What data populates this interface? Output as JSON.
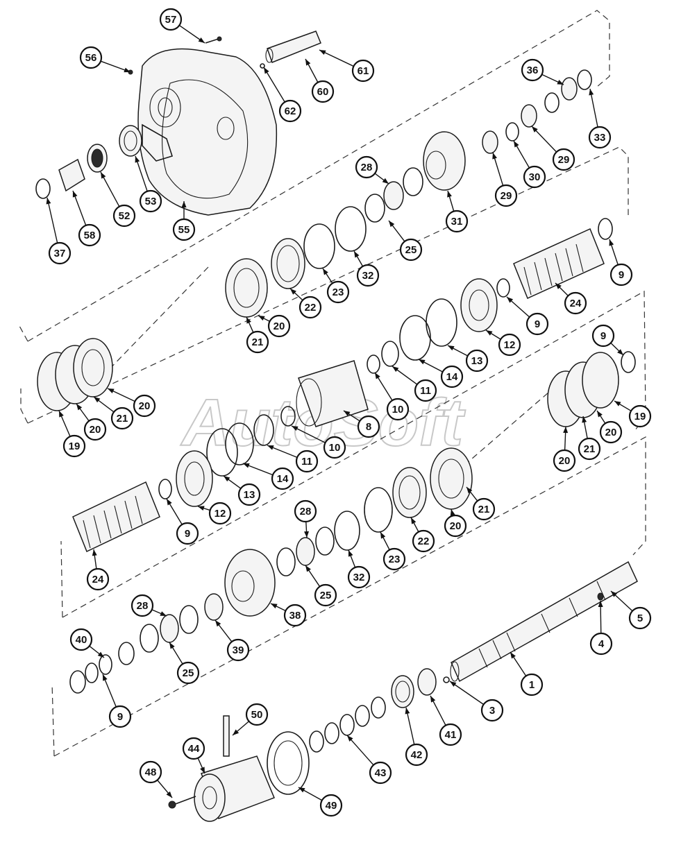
{
  "watermark": "AutoSoft",
  "callouts": [
    {
      "id": "c57",
      "label": "57"
    },
    {
      "id": "c56",
      "label": "56"
    },
    {
      "id": "c61",
      "label": "61"
    },
    {
      "id": "c60",
      "label": "60"
    },
    {
      "id": "c62",
      "label": "62"
    },
    {
      "id": "c36",
      "label": "36"
    },
    {
      "id": "c33",
      "label": "33"
    },
    {
      "id": "c29a",
      "label": "29"
    },
    {
      "id": "c29b",
      "label": "29"
    },
    {
      "id": "c30",
      "label": "30"
    },
    {
      "id": "c31",
      "label": "31"
    },
    {
      "id": "c28a",
      "label": "28"
    },
    {
      "id": "c25a",
      "label": "25"
    },
    {
      "id": "c37",
      "label": "37"
    },
    {
      "id": "c58",
      "label": "58"
    },
    {
      "id": "c52",
      "label": "52"
    },
    {
      "id": "c53",
      "label": "53"
    },
    {
      "id": "c55",
      "label": "55"
    },
    {
      "id": "c32a",
      "label": "32"
    },
    {
      "id": "c23a",
      "label": "23"
    },
    {
      "id": "c22a",
      "label": "22"
    },
    {
      "id": "c20a",
      "label": "20"
    },
    {
      "id": "c21a",
      "label": "21"
    },
    {
      "id": "c9a",
      "label": "9"
    },
    {
      "id": "c24a",
      "label": "24"
    },
    {
      "id": "c9b",
      "label": "9"
    },
    {
      "id": "c12a",
      "label": "12"
    },
    {
      "id": "c13a",
      "label": "13"
    },
    {
      "id": "c14a",
      "label": "14"
    },
    {
      "id": "c11a",
      "label": "11"
    },
    {
      "id": "c10a",
      "label": "10"
    },
    {
      "id": "c9c",
      "label": "9"
    },
    {
      "id": "c19a",
      "label": "19"
    },
    {
      "id": "c20b",
      "label": "20"
    },
    {
      "id": "c21b",
      "label": "21"
    },
    {
      "id": "c20c",
      "label": "20"
    },
    {
      "id": "c8",
      "label": "8"
    },
    {
      "id": "c10b",
      "label": "10"
    },
    {
      "id": "c11b",
      "label": "11"
    },
    {
      "id": "c14b",
      "label": "14"
    },
    {
      "id": "c13b",
      "label": "13"
    },
    {
      "id": "c12b",
      "label": "12"
    },
    {
      "id": "c9d",
      "label": "9"
    },
    {
      "id": "c24b",
      "label": "24"
    },
    {
      "id": "c19b",
      "label": "19"
    },
    {
      "id": "c20d",
      "label": "20"
    },
    {
      "id": "c21c",
      "label": "21"
    },
    {
      "id": "c20e",
      "label": "20"
    },
    {
      "id": "c21d",
      "label": "21"
    },
    {
      "id": "c20f",
      "label": "20"
    },
    {
      "id": "c22b",
      "label": "22"
    },
    {
      "id": "c23b",
      "label": "23"
    },
    {
      "id": "c32b",
      "label": "32"
    },
    {
      "id": "c28b",
      "label": "28"
    },
    {
      "id": "c25b",
      "label": "25"
    },
    {
      "id": "c38",
      "label": "38"
    },
    {
      "id": "c39",
      "label": "39"
    },
    {
      "id": "c28c",
      "label": "28"
    },
    {
      "id": "c25c",
      "label": "25"
    },
    {
      "id": "c40",
      "label": "40"
    },
    {
      "id": "c9e",
      "label": "9"
    },
    {
      "id": "c5",
      "label": "5"
    },
    {
      "id": "c4",
      "label": "4"
    },
    {
      "id": "c1",
      "label": "1"
    },
    {
      "id": "c3",
      "label": "3"
    },
    {
      "id": "c41",
      "label": "41"
    },
    {
      "id": "c42",
      "label": "42"
    },
    {
      "id": "c43",
      "label": "43"
    },
    {
      "id": "c50",
      "label": "50"
    },
    {
      "id": "c44",
      "label": "44"
    },
    {
      "id": "c48",
      "label": "48"
    },
    {
      "id": "c49",
      "label": "49"
    }
  ]
}
